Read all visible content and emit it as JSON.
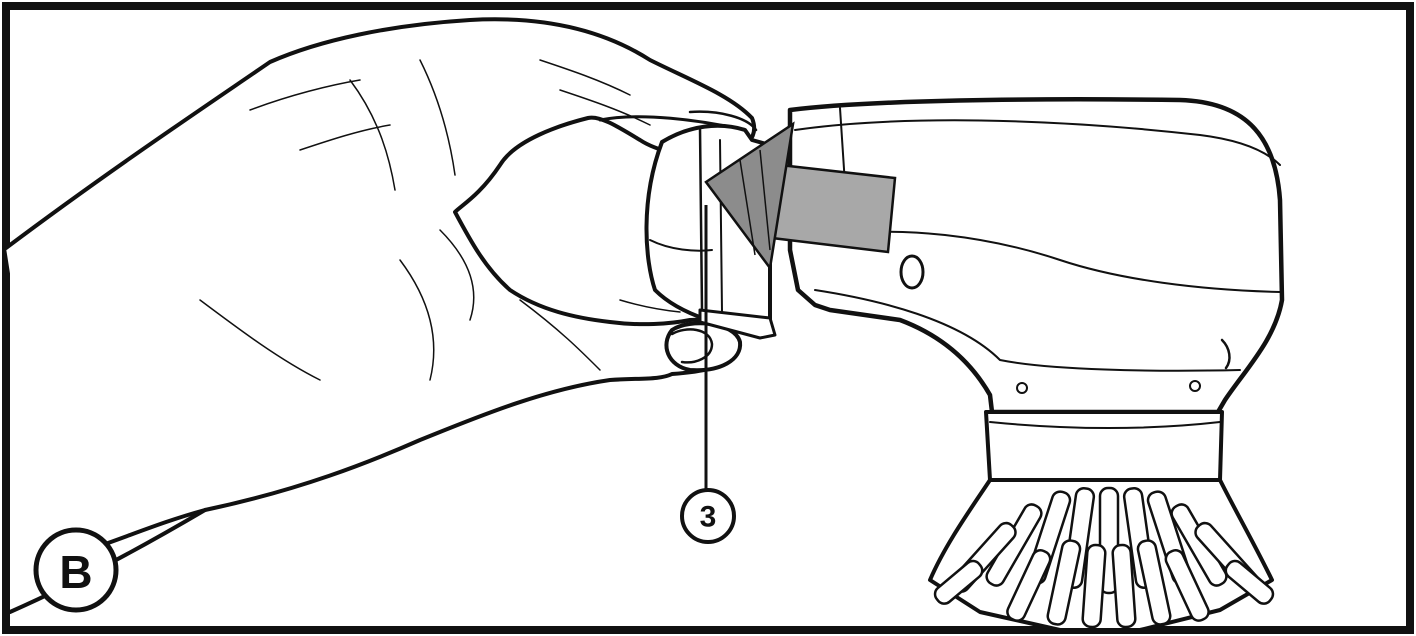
{
  "figure": {
    "panel_label": "B",
    "callout_number": "3"
  },
  "colors": {
    "outline": "#111111",
    "background": "#ffffff",
    "arrow_fill": "#8c8c8c",
    "arrow_fill_light": "#a8a8a8"
  },
  "icons": {
    "hand": "hand-holding-filter",
    "device": "handheld-scrubber",
    "brush": "bristle-brush-head",
    "arrow": "insert-direction-arrow"
  }
}
